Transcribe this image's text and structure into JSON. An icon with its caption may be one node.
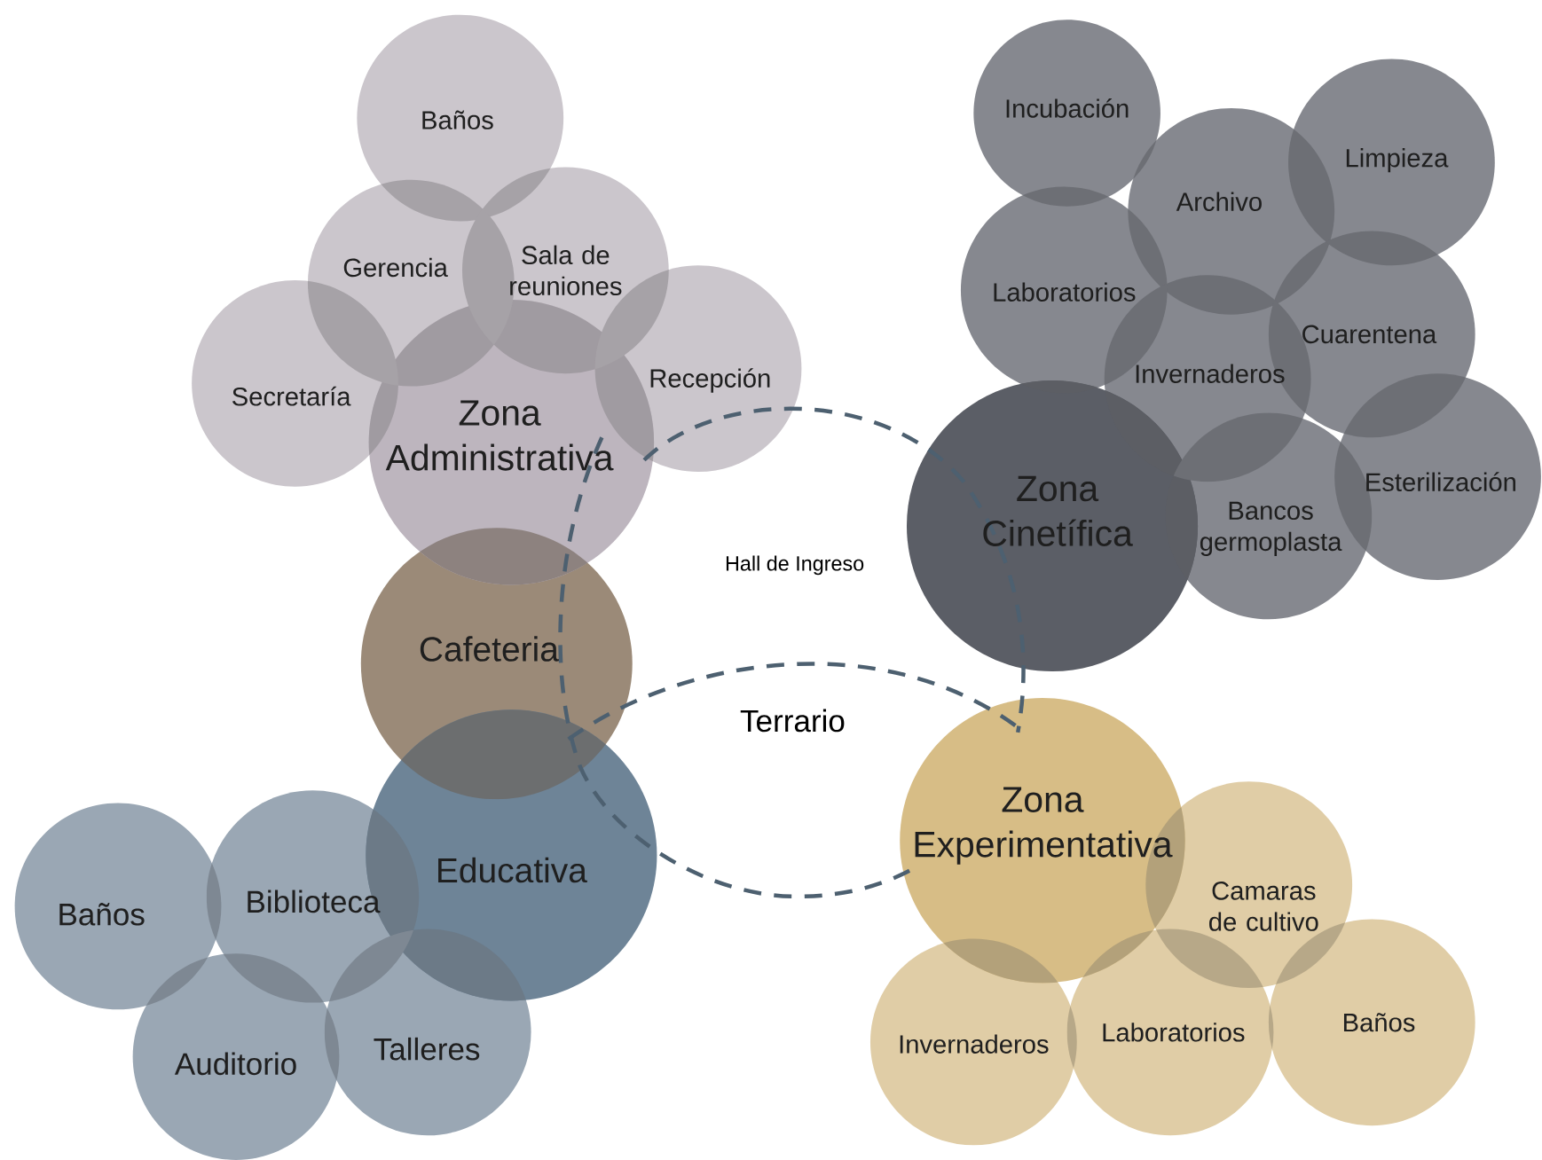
{
  "diagram": {
    "nodes": [
      {
        "text": [
          "Zona Administrativa"
        ]
      },
      {
        "text": [
          "Baños"
        ]
      },
      {
        "text": [
          "Gerencia"
        ]
      },
      {
        "text": [
          "Sala de reuniones"
        ]
      },
      {
        "text": [
          "Secretaría"
        ]
      },
      {
        "text": [
          "Recepción"
        ]
      },
      {
        "text": [
          "Cafeteria"
        ]
      },
      {
        "text": [
          "Educativa"
        ]
      },
      {
        "text": [
          "Baños"
        ]
      },
      {
        "text": [
          "Biblioteca"
        ]
      },
      {
        "text": [
          "Auditorio"
        ]
      },
      {
        "text": [
          "Talleres"
        ]
      },
      {
        "text": [
          "Zona Cinetífica"
        ]
      },
      {
        "text": [
          "Incubación"
        ]
      },
      {
        "text": [
          "Archivo"
        ]
      },
      {
        "text": [
          "Limpieza"
        ]
      },
      {
        "text": [
          "Laboratorios"
        ]
      },
      {
        "text": [
          "Cuarentena"
        ]
      },
      {
        "text": [
          "Invernaderos"
        ]
      },
      {
        "text": [
          "Esterilización"
        ]
      },
      {
        "text": [
          "Bancos germoplasta"
        ]
      },
      {
        "text": [
          "Zona Experimentativa"
        ]
      },
      {
        "text": [
          "Camaras de cultivo"
        ]
      },
      {
        "text": [
          "Invernaderos"
        ]
      },
      {
        "text": [
          "Laboratorios"
        ]
      },
      {
        "text": [
          "Baños"
        ]
      }
    ],
    "labels": [
      "Hall de Ingreso",
      "Terrario"
    ]
  }
}
